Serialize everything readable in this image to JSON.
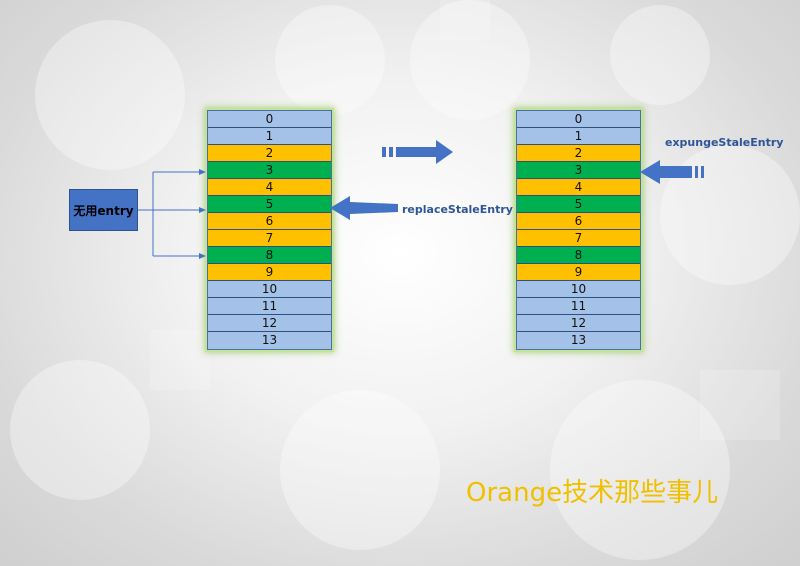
{
  "colors": {
    "normal": "#a4c2e8",
    "yellow": "#ffc000",
    "green": "#00b050",
    "arrow": "#4472c4",
    "watermark": "#f0c000"
  },
  "left_array": {
    "cells": [
      {
        "label": "0",
        "state": "normal"
      },
      {
        "label": "1",
        "state": "normal"
      },
      {
        "label": "2",
        "state": "yellow"
      },
      {
        "label": "3",
        "state": "green"
      },
      {
        "label": "4",
        "state": "yellow"
      },
      {
        "label": "5",
        "state": "green"
      },
      {
        "label": "6",
        "state": "yellow"
      },
      {
        "label": "7",
        "state": "yellow"
      },
      {
        "label": "8",
        "state": "green"
      },
      {
        "label": "9",
        "state": "yellow"
      },
      {
        "label": "10",
        "state": "normal"
      },
      {
        "label": "11",
        "state": "normal"
      },
      {
        "label": "12",
        "state": "normal"
      },
      {
        "label": "13",
        "state": "normal"
      }
    ]
  },
  "right_array": {
    "cells": [
      {
        "label": "0",
        "state": "normal"
      },
      {
        "label": "1",
        "state": "normal"
      },
      {
        "label": "2",
        "state": "yellow"
      },
      {
        "label": "3",
        "state": "green"
      },
      {
        "label": "4",
        "state": "yellow"
      },
      {
        "label": "5",
        "state": "green"
      },
      {
        "label": "6",
        "state": "yellow"
      },
      {
        "label": "7",
        "state": "yellow"
      },
      {
        "label": "8",
        "state": "green"
      },
      {
        "label": "9",
        "state": "yellow"
      },
      {
        "label": "10",
        "state": "normal"
      },
      {
        "label": "11",
        "state": "normal"
      },
      {
        "label": "12",
        "state": "normal"
      },
      {
        "label": "13",
        "state": "normal"
      }
    ]
  },
  "unused_entry_label": "无用entry",
  "replace_label": "replaceStaleEntry",
  "expunge_label": "expungeStaleEntry",
  "watermark": "Orange技术那些事儿"
}
